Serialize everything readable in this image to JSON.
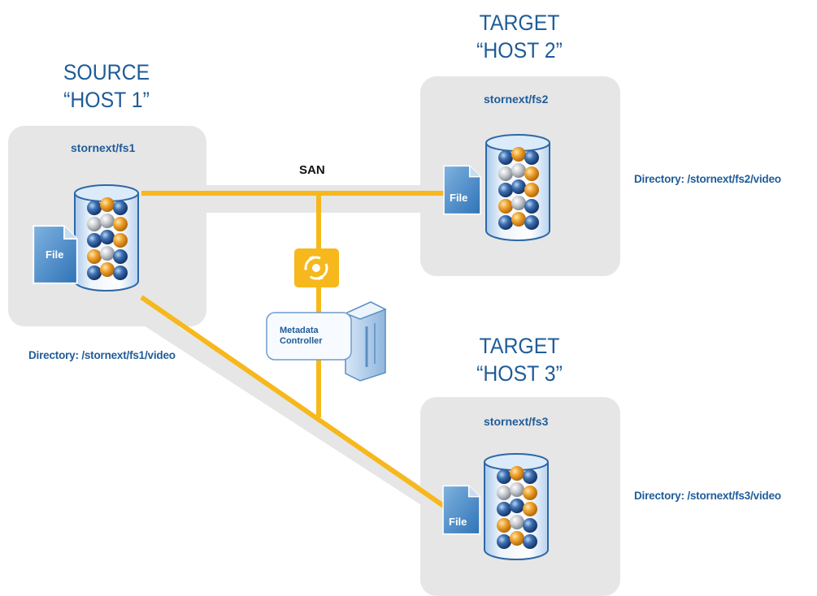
{
  "source": {
    "role": "SOURCE",
    "host": "“HOST 1”",
    "filesystem": "stornext/fs1",
    "directory": "Directory: /stornext/fs1/video",
    "file_label": "File"
  },
  "targets": [
    {
      "role": "TARGET",
      "host": "“HOST 2”",
      "filesystem": "stornext/fs2",
      "directory": "Directory: /stornext/fs2/video",
      "file_label": "File"
    },
    {
      "role": "TARGET",
      "host": "“HOST 3”",
      "filesystem": "stornext/fs3",
      "directory": "Directory: /stornext/fs3/video",
      "file_label": "File"
    }
  ],
  "network": {
    "label": "SAN"
  },
  "metadata_controller": {
    "line1": "Metadata",
    "line2": "Controller"
  },
  "colors": {
    "title_blue": "#1f5c99",
    "panel_gray": "#e6e6e6",
    "connection_orange": "#f6b81c",
    "file_blue": "#4a8ac4"
  }
}
